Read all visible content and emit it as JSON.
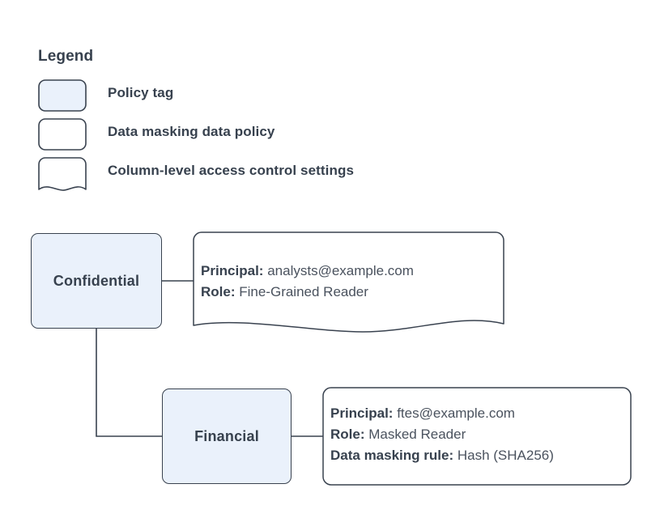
{
  "legend": {
    "title": "Legend",
    "items": [
      {
        "label": "Policy tag",
        "swatch": "policy-tag-swatch",
        "shape": "rounded-rect",
        "fill": "#eaf1fb"
      },
      {
        "label": "Data masking data policy",
        "swatch": "data-masking-policy-swatch",
        "shape": "rounded-rect",
        "fill": "#ffffff"
      },
      {
        "label": "Column-level access control settings",
        "swatch": "column-access-settings-swatch",
        "shape": "wavy-bottom-rect",
        "fill": "#ffffff"
      }
    ]
  },
  "colors": {
    "node_fill": "#eaf1fb",
    "stroke": "#39424f",
    "text": "#37414e",
    "value_text": "#4a525e",
    "background": "#ffffff"
  },
  "diagram": {
    "nodes": [
      {
        "id": "confidential",
        "label": "Confidential",
        "type": "policy-tag"
      },
      {
        "id": "financial",
        "label": "Financial",
        "type": "policy-tag"
      }
    ],
    "callouts": [
      {
        "id": "confidential-access",
        "shape": "wavy-bottom-rect",
        "attached_to": "confidential",
        "lines": [
          {
            "key": "Principal:",
            "value": "analysts@example.com"
          },
          {
            "key": "Role:",
            "value": "Fine-Grained Reader"
          }
        ]
      },
      {
        "id": "financial-access",
        "shape": "rounded-rect",
        "attached_to": "financial",
        "lines": [
          {
            "key": "Principal:",
            "value": "ftes@example.com"
          },
          {
            "key": "Role:",
            "value": "Masked Reader"
          },
          {
            "key": "Data masking rule:",
            "value": "Hash (SHA256)"
          }
        ]
      }
    ],
    "connectors": [
      {
        "id": "confidential-to-callout",
        "from": "confidential",
        "to": "confidential-access"
      },
      {
        "id": "confidential-to-financial",
        "from": "confidential",
        "to": "financial"
      },
      {
        "id": "financial-to-callout",
        "from": "financial",
        "to": "financial-access"
      }
    ]
  }
}
